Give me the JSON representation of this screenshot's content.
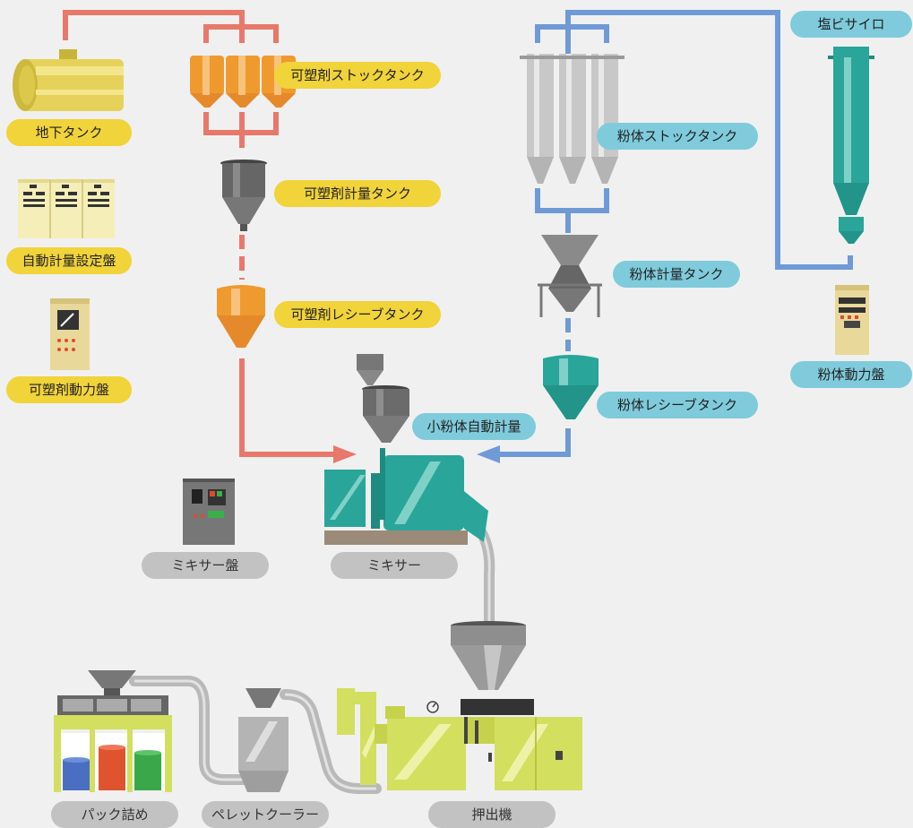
{
  "colors": {
    "background": "#f0f0f0",
    "plasticizer_line": "#e8786a",
    "powder_line": "#6f9ad6",
    "label_yellow": "#f1d33a",
    "label_blue": "#7fcbdc",
    "label_gray": "#c2c2c2",
    "orange_tank": "#ef9a2e",
    "teal_equipment": "#2aa59a",
    "extruder_green": "#d3df5e"
  },
  "labels": {
    "underground_tank": "地下タンク",
    "auto_weighing_panel": "自動計量設定盤",
    "plasticizer_power_panel": "可塑剤動力盤",
    "plasticizer_stock_tank": "可塑剤ストックタンク",
    "plasticizer_weighing_tank": "可塑剤計量タンク",
    "plasticizer_receive_tank": "可塑剤レシーブタンク",
    "small_powder_weighing": "小粉体自動計量",
    "powder_stock_tank": "粉体ストックタンク",
    "powder_weighing_tank": "粉体計量タンク",
    "powder_receive_tank": "粉体レシーブタンク",
    "pvc_silo": "塩ビサイロ",
    "powder_power_panel": "粉体動力盤",
    "mixer_panel": "ミキサー盤",
    "mixer": "ミキサー",
    "packing": "パック詰め",
    "pellet_cooler": "ペレットクーラー",
    "extruder": "押出機"
  },
  "icons": [
    "tank-icon",
    "silo-icon",
    "hopper-icon",
    "control-panel-icon",
    "mixer-icon",
    "extruder-icon",
    "drum-icon",
    "gauge-icon",
    "arrow-icon"
  ]
}
